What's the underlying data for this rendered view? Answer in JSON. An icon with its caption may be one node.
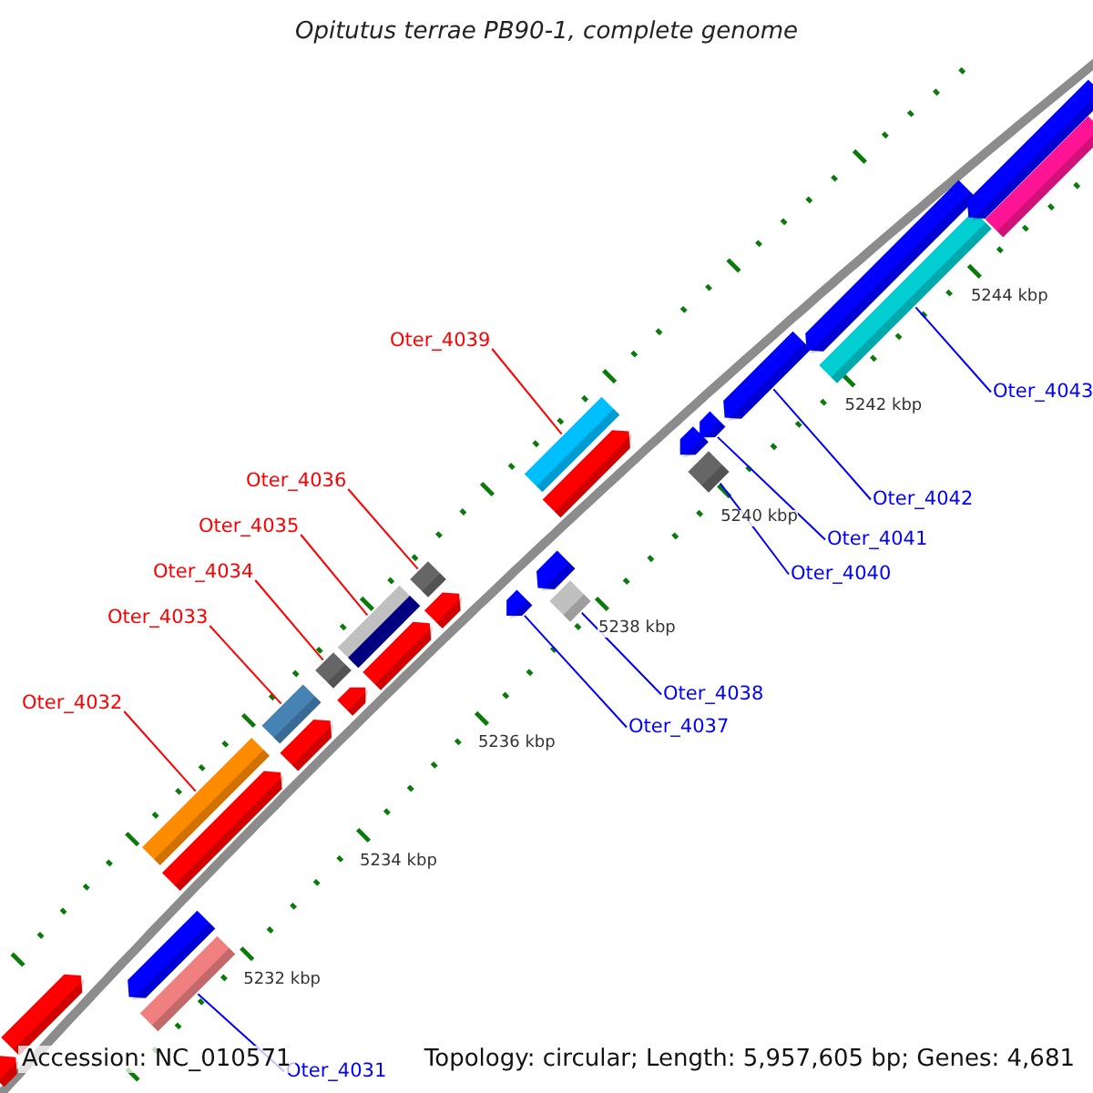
{
  "diagram": {
    "title": "Opitutus terrae PB90-1, complete genome",
    "nodes": [
      {
        "text": [
          "Oter_4031"
        ]
      },
      {
        "text": [
          "Oter_4032"
        ]
      },
      {
        "text": [
          "Oter_4033"
        ]
      },
      {
        "text": [
          "Oter_4034"
        ]
      },
      {
        "text": [
          "Oter_4035"
        ]
      },
      {
        "text": [
          "Oter_4036"
        ]
      },
      {
        "text": [
          "Oter_4037"
        ]
      },
      {
        "text": [
          "Oter_4038"
        ]
      },
      {
        "text": [
          "Oter_4039"
        ]
      },
      {
        "text": [
          "Oter_4040"
        ]
      },
      {
        "text": [
          "Oter_4041"
        ]
      },
      {
        "text": [
          "Oter_4042"
        ]
      },
      {
        "text": [
          "Oter_4043"
        ]
      },
      {
        "text": [],
        "shape": "bar"
      },
      {
        "text": [],
        "shape": "bar"
      },
      {
        "text": [],
        "shape": "bar"
      },
      {
        "text": [],
        "shape": "diamond"
      },
      {
        "text": [],
        "shape": "bar"
      },
      {
        "text": [],
        "shape": "diamond"
      },
      {
        "text": [],
        "shape": "arrow"
      },
      {
        "text": [],
        "shape": "diamond"
      },
      {
        "text": [],
        "shape": "bar"
      },
      {
        "text": [],
        "shape": "diamond"
      },
      {
        "text": [],
        "shape": "arrow"
      },
      {
        "text": [],
        "shape": "arrow"
      },
      {
        "text": [],
        "shape": "bar"
      },
      {
        "text": [],
        "shape": "arrow"
      },
      {
        "text": [],
        "shape": "arrow"
      },
      {
        "text": [],
        "shape": "arrow"
      },
      {
        "text": [],
        "shape": "arrow"
      },
      {
        "text": [],
        "shape": "arrow"
      },
      {
        "text": [],
        "shape": "arrow"
      },
      {
        "text": [],
        "shape": "arrow"
      },
      {
        "text": [],
        "shape": "arrow"
      },
      {
        "text": [],
        "shape": "arrow"
      },
      {
        "text": [],
        "shape": "arrow"
      },
      {
        "text": [],
        "shape": "arrow"
      },
      {
        "text": [],
        "shape": "arrow"
      },
      {
        "text": [],
        "shape": "arrow"
      },
      {
        "text": [],
        "shape": "bar"
      }
    ],
    "edges": [
      {
        "from": 0,
        "to": 13,
        "arrow": "none"
      },
      {
        "from": 1,
        "to": 14,
        "arrow": "none",
        "color": "#ff0000"
      },
      {
        "from": 2,
        "to": 15,
        "arrow": "none",
        "color": "#ff0000"
      },
      {
        "from": 3,
        "to": 16,
        "arrow": "none",
        "color": "#ff0000"
      },
      {
        "from": 4,
        "to": 17,
        "arrow": "none",
        "color": "#ff0000"
      },
      {
        "from": 5,
        "to": 18,
        "arrow": "none",
        "color": "#ff0000"
      },
      {
        "from": 6,
        "to": 19,
        "arrow": "none"
      },
      {
        "from": 7,
        "to": 20,
        "arrow": "none"
      },
      {
        "from": 8,
        "to": 21,
        "arrow": "none",
        "color": "#ff0000"
      },
      {
        "from": 9,
        "to": 22,
        "arrow": "none"
      },
      {
        "from": 10,
        "to": 23,
        "arrow": "none"
      },
      {
        "from": 11,
        "to": 24,
        "arrow": "none"
      },
      {
        "from": 12,
        "to": 25,
        "arrow": "none"
      }
    ],
    "labels": [
      "5244 kbp",
      "5242 kbp",
      "5240 kbp",
      "5238 kbp",
      "5236 kbp",
      "5234 kbp",
      "5232 kbp",
      "Accession: NC_010571",
      "Topology: circular; Length: 5,957,605 bp; Genes: 4,681"
    ]
  }
}
